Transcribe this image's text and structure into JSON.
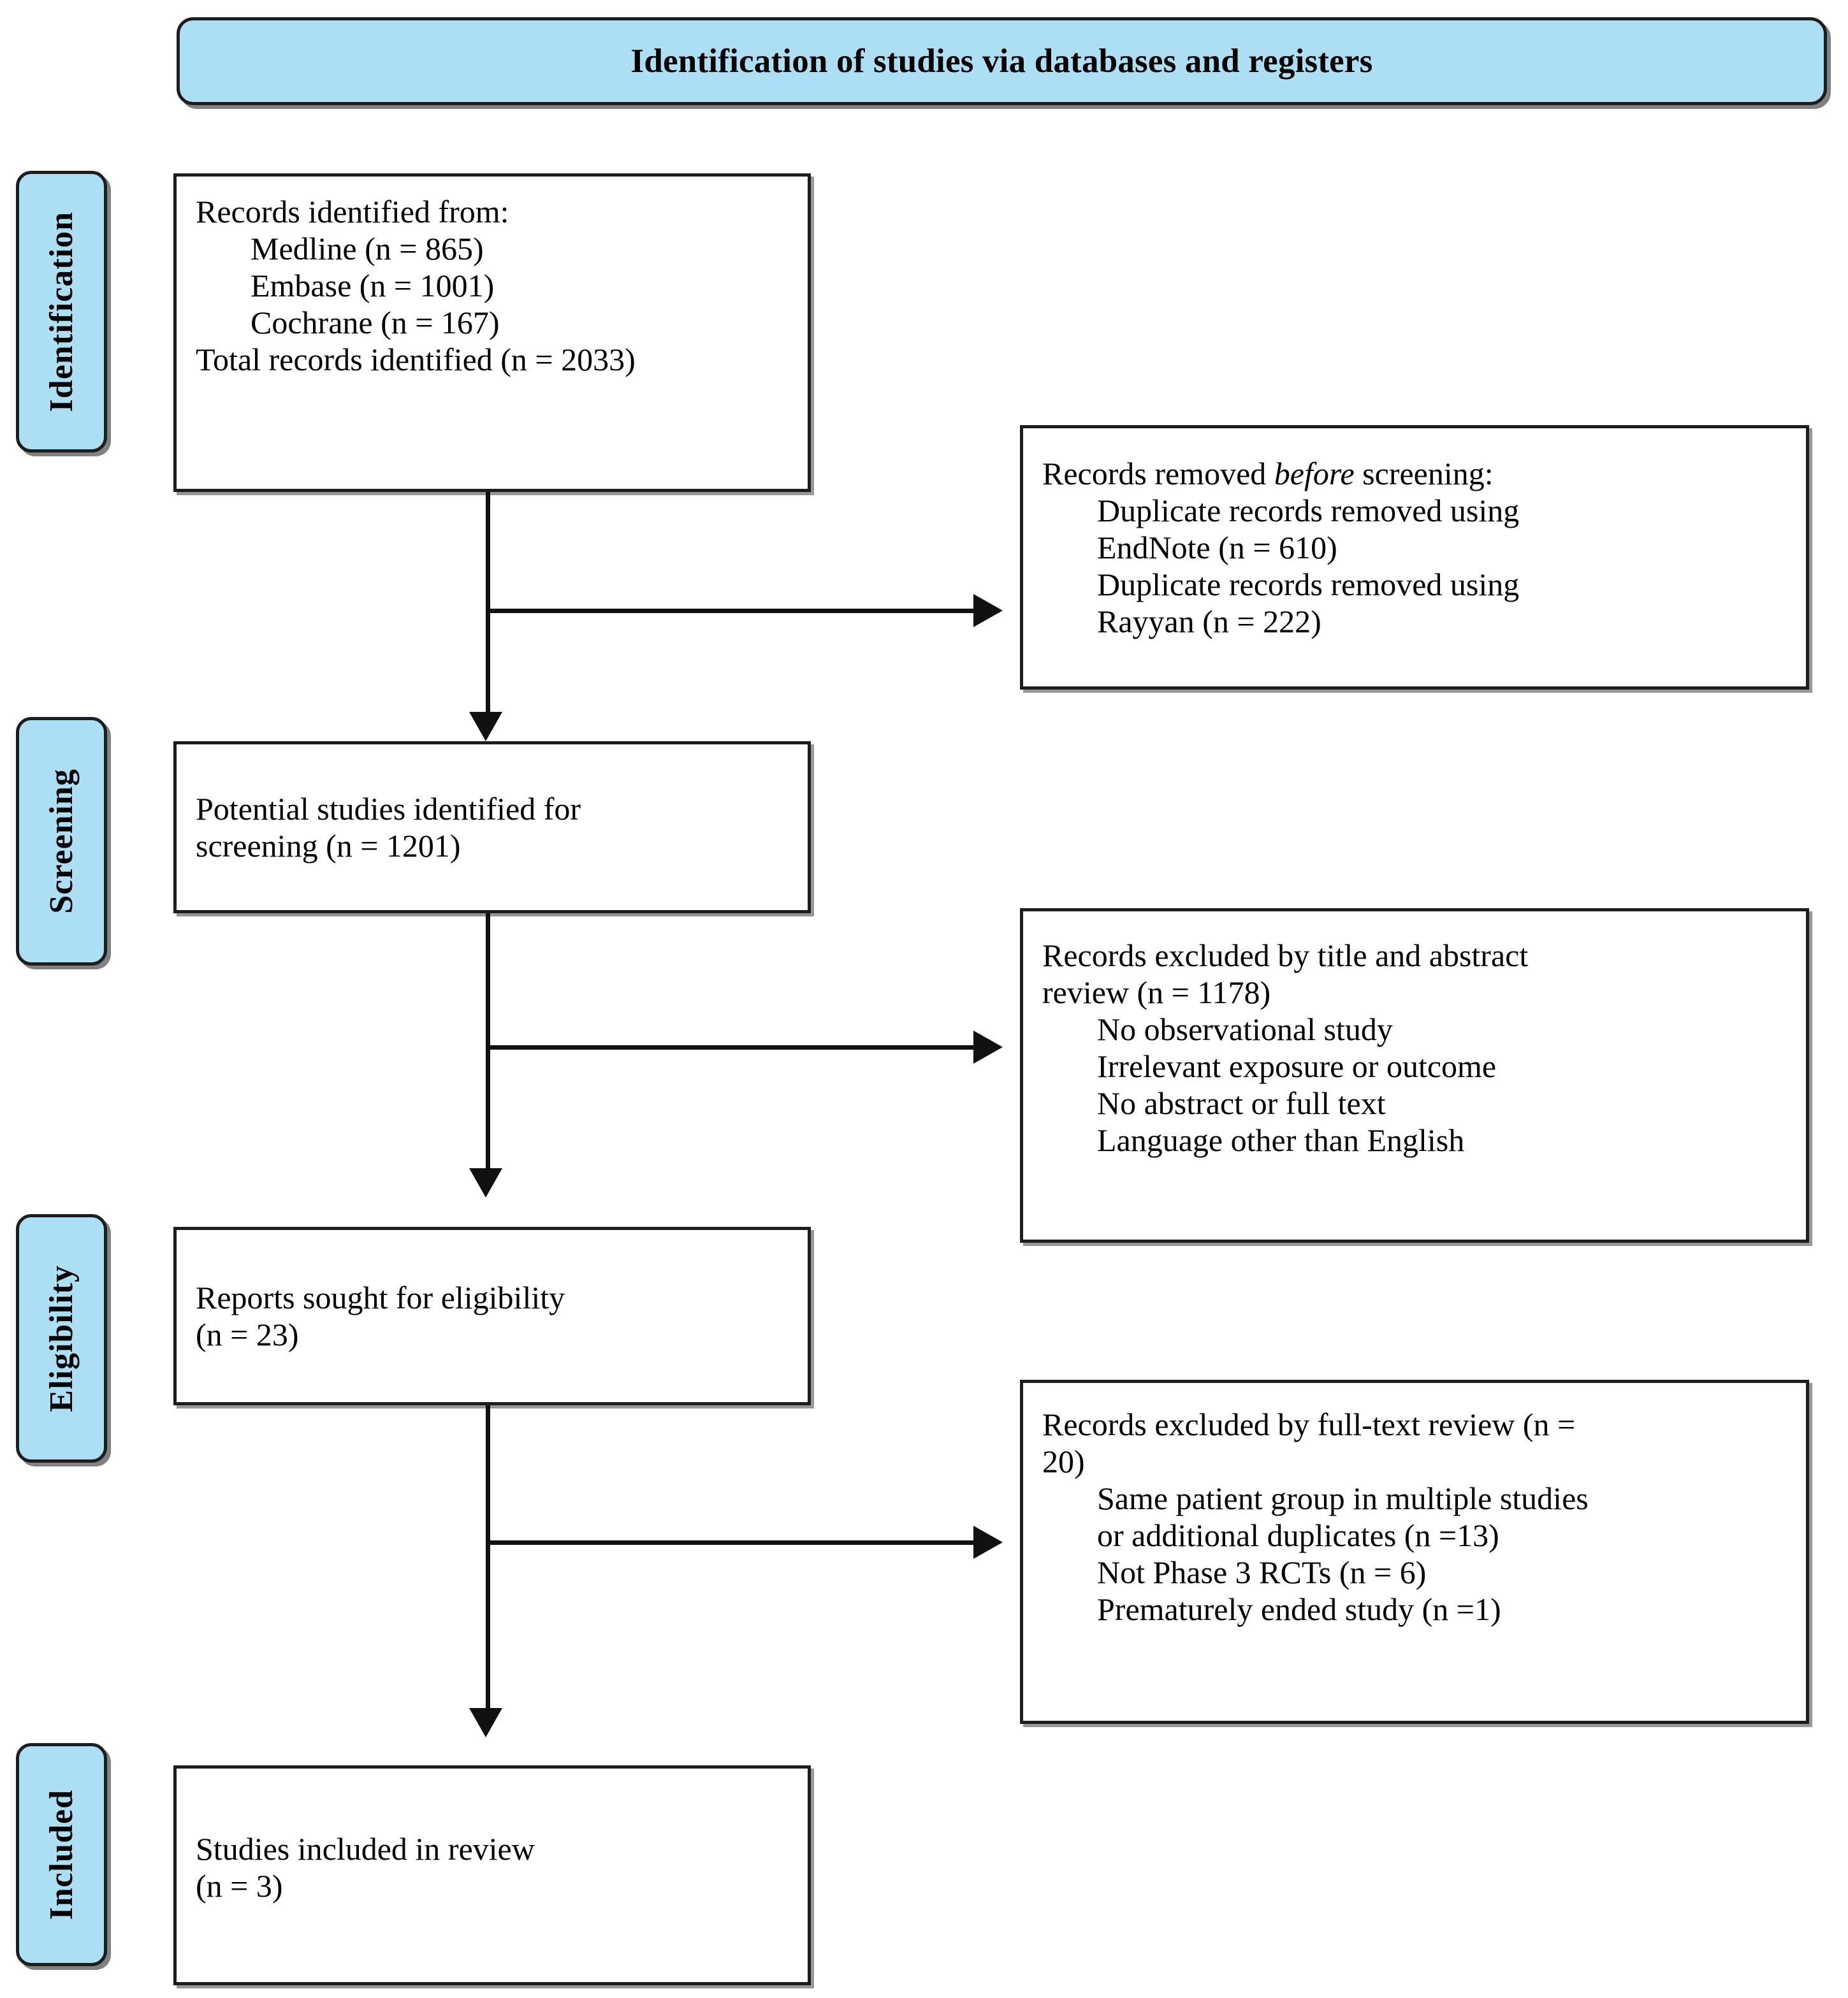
{
  "diagram": {
    "title": "Identification of studies via databases and registers",
    "type": "PRISMA flow diagram"
  },
  "stages": [
    {
      "label": "Identification"
    },
    {
      "label": "Screening"
    },
    {
      "label": "Eligibility"
    },
    {
      "label": "Included"
    }
  ],
  "boxes": {
    "identified": {
      "heading": "Records identified from:",
      "items": [
        "Medline (n = 865)",
        "Embase (n = 1001)",
        "Cochrane (n = 167)"
      ],
      "total": "Total records identified (n = 2033)"
    },
    "removed_before_screening": {
      "heading_pre": "Records removed ",
      "heading_italic": "before",
      "heading_post": " screening:",
      "items": [
        "Duplicate records removed using",
        "EndNote (n = 610)",
        "Duplicate records removed using",
        "Rayyan (n = 222)"
      ]
    },
    "potential_studies": {
      "line1": "Potential studies identified for",
      "line2": "screening (n = 1201)"
    },
    "excluded_title_abstract": {
      "line1": "Records excluded by title and abstract",
      "line2": "review (n = 1178)",
      "items": [
        "No observational study",
        "Irrelevant exposure or outcome",
        "No abstract or full text",
        "Language other than English"
      ]
    },
    "reports_sought": {
      "line1": "Reports sought for eligibility",
      "line2": "(n = 23)"
    },
    "excluded_full_text": {
      "line1": "Records excluded by full-text review (n =",
      "line2": "20)",
      "items": [
        "Same patient group in multiple studies",
        "or additional duplicates (n =13)",
        "Not Phase 3 RCTs (n = 6)",
        "Prematurely ended study (n =1)"
      ]
    },
    "included": {
      "line1": "Studies included in review",
      "line2": "(n = 3)"
    }
  },
  "colors": {
    "stage_fill": "#ADDFF4",
    "outline": "#1D1D1D",
    "box_fill": "#FFFFFF",
    "connector": "#111111"
  }
}
